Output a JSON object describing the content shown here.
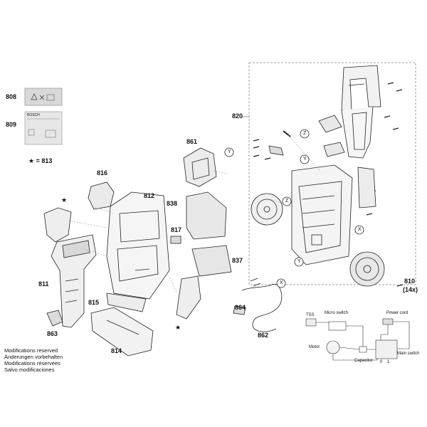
{
  "parts": {
    "p808": "808",
    "p809": "809",
    "p813": "★ = 813",
    "p816": "816",
    "p812": "812",
    "p861": "861",
    "p838": "838",
    "p817": "817",
    "p837": "837",
    "p811": "811",
    "p815": "815",
    "p863": "863",
    "p814": "814",
    "p864": "864",
    "p862": "862",
    "p820": "820",
    "p810": "810",
    "p810_qty": "(14x)"
  },
  "markers": {
    "y": "Y",
    "z": "Z",
    "x": "X",
    "star": "★"
  },
  "label_809_text": "BOSCH",
  "wiring": {
    "tss": "TSS",
    "micro_switch": "Micro switch",
    "power_cord": "Power cord",
    "motor": "Motor",
    "main_switch": "Main switch",
    "capacitor": "Capacitor",
    "pos0": "0",
    "pos1": "1"
  },
  "notes": [
    "Modifications reserved",
    "Änderungen vorbehalten",
    "Modifications réservées",
    "Salvo modificaciones"
  ]
}
